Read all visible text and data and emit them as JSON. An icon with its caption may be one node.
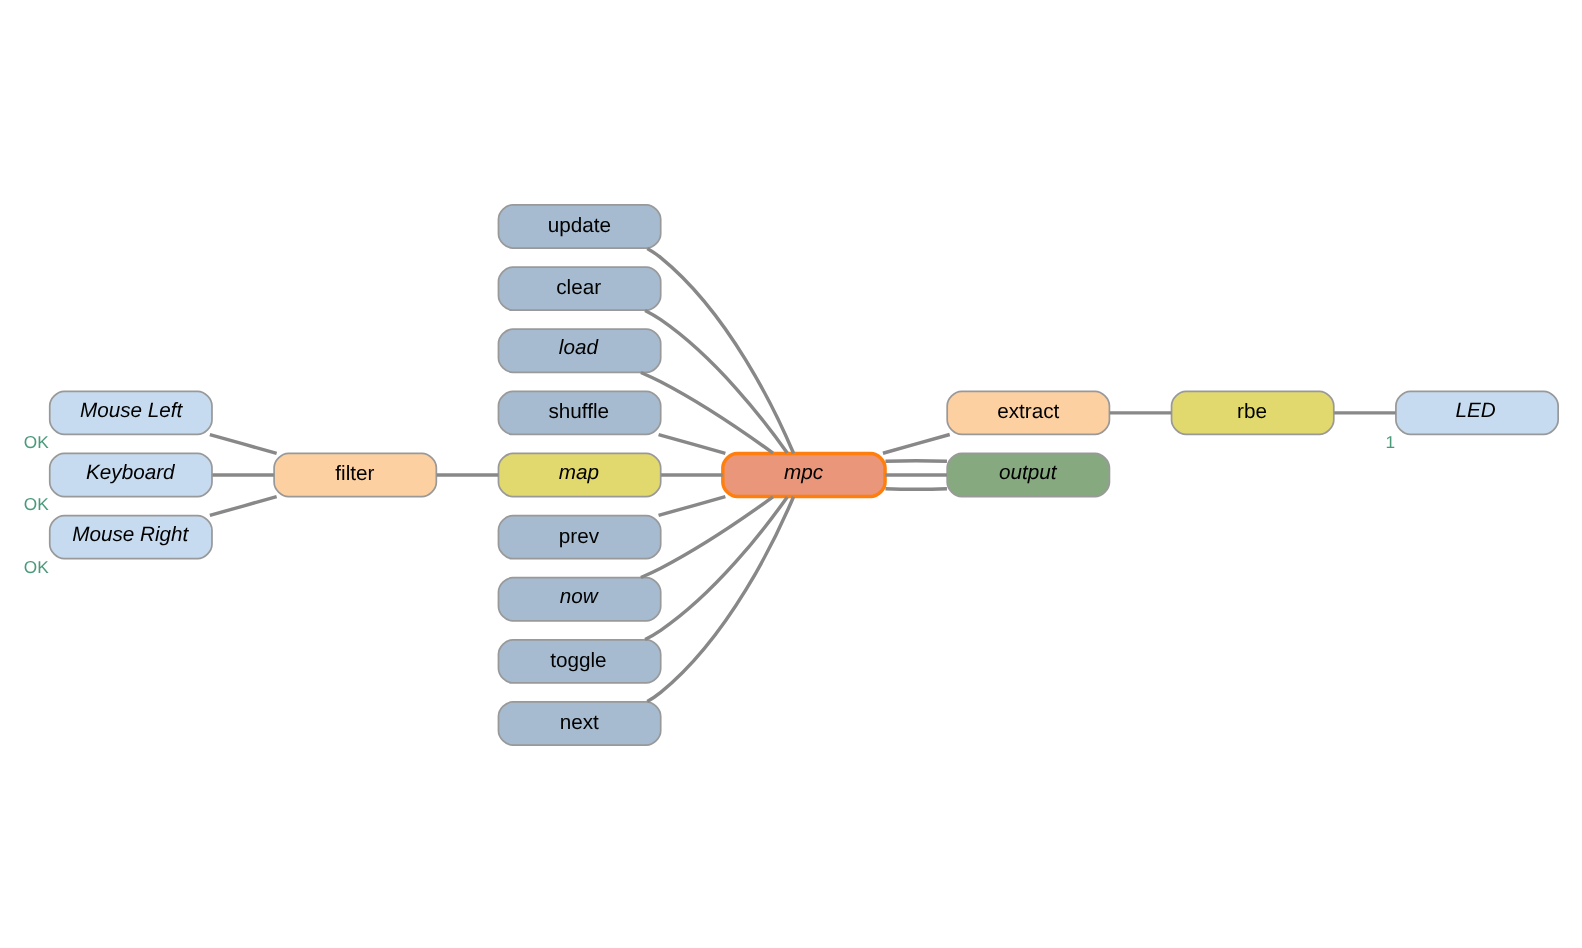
{
  "diagram": {
    "nodes": [
      {
        "text": [
          "update"
        ]
      },
      {
        "text": [
          "clear"
        ]
      },
      {
        "text": [
          "load"
        ]
      },
      {
        "text": [
          "shuffle"
        ]
      },
      {
        "text": [
          "Mouse Left"
        ],
        "beside": [
          "OK"
        ]
      },
      {
        "text": [
          "Keyboard"
        ],
        "beside": [
          "OK"
        ]
      },
      {
        "text": [
          "Mouse Right"
        ],
        "beside": [
          "OK"
        ]
      },
      {
        "text": [
          "filter"
        ]
      },
      {
        "text": [
          "map"
        ]
      },
      {
        "text": [
          "prev"
        ]
      },
      {
        "text": [
          "now"
        ]
      },
      {
        "text": [
          "toggle"
        ]
      },
      {
        "text": [
          "next"
        ]
      },
      {
        "text": [
          "mpc"
        ]
      },
      {
        "text": [
          "rbe"
        ]
      },
      {
        "text": [
          "LED"
        ],
        "beside": [
          "1"
        ]
      },
      {
        "text": [
          "extract"
        ]
      },
      {
        "text": [
          "output"
        ]
      }
    ],
    "edges": [
      {
        "from": 0,
        "to": 13,
        "arrow": "none"
      },
      {
        "from": 1,
        "to": 13,
        "arrow": "none"
      },
      {
        "from": 2,
        "to": 13,
        "arrow": "none"
      },
      {
        "from": 3,
        "to": 13,
        "arrow": "none"
      },
      {
        "from": 4,
        "to": 7,
        "arrow": "none"
      },
      {
        "from": 5,
        "to": 7,
        "arrow": "none"
      },
      {
        "from": 6,
        "to": 7,
        "arrow": "none"
      },
      {
        "from": 7,
        "to": 8,
        "arrow": "none"
      },
      {
        "from": 8,
        "to": 13,
        "arrow": "none"
      },
      {
        "from": 9,
        "to": 13,
        "arrow": "none"
      },
      {
        "from": 10,
        "to": 13,
        "arrow": "none"
      },
      {
        "from": 11,
        "to": 13,
        "arrow": "none"
      },
      {
        "from": 12,
        "to": 13,
        "arrow": "none"
      },
      {
        "from": 13,
        "to": 16,
        "arrow": "none"
      },
      {
        "from": 13,
        "to": 17,
        "arrow": "none"
      },
      {
        "from": 13,
        "to": 17,
        "arrow": "none"
      },
      {
        "from": 13,
        "to": 17,
        "arrow": "none"
      },
      {
        "from": 16,
        "to": 14,
        "arrow": "none"
      },
      {
        "from": 14,
        "to": 15,
        "arrow": "none"
      }
    ]
  }
}
